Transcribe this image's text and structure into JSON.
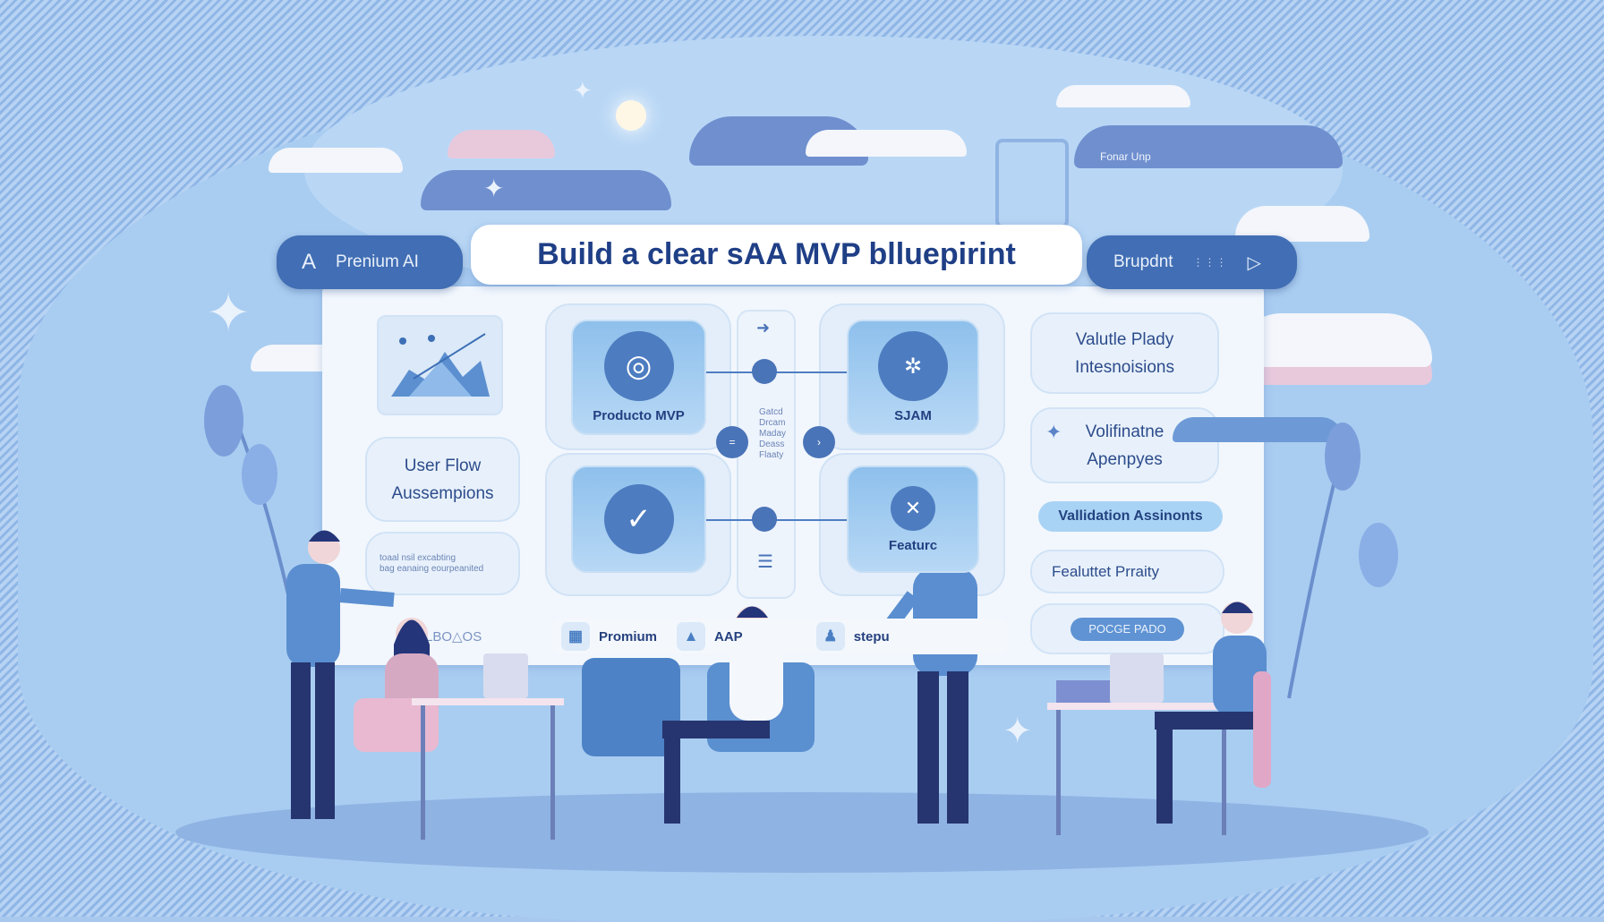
{
  "header": {
    "title": "Build a clear sAA MVP blluepirint",
    "left_pill": {
      "icon_letter": "A",
      "label": "Prenium AI"
    },
    "right_pill": {
      "label": "Brupdnt",
      "icon": "play-icon"
    },
    "floating_label": "Fonar Unp"
  },
  "left_column": {
    "chart_card": {
      "icon": "chart-icon"
    },
    "user_flow": {
      "line1": "User Flow",
      "line2": "Aussempions"
    },
    "note": {
      "line1": "toaal nsil excabting",
      "line2": "bag eanaing eourpeanited"
    },
    "scribble": "LBO△OS"
  },
  "flow": {
    "tiles": [
      {
        "label": "Producto MVP",
        "icon": "target-icon"
      },
      {
        "label": "",
        "icon": "check-icon"
      },
      {
        "label": "SJAM",
        "icon": "figure-icon"
      },
      {
        "label": "Featurc",
        "icon": "x-icon"
      }
    ],
    "middle_text": [
      "Gatcd",
      "Drcam",
      "Maday",
      "Deass",
      "Flaaty"
    ]
  },
  "right_column": {
    "card1": {
      "line1": "Valutle Plady",
      "line2": "Intesnoisions"
    },
    "card2": {
      "line1": "Volifinatne",
      "line2": "Apenpyes"
    },
    "validation_pill": "Vallidation Assinonts",
    "feature_priority": "Fealuttet Prraity",
    "bottom_pill": "POCGE PADO"
  },
  "toolbar": {
    "items": [
      {
        "label": "Promium",
        "icon": "grid-icon"
      },
      {
        "label": "AAP",
        "icon": "bag-icon"
      },
      {
        "label": "stepu",
        "icon": "people-icon"
      }
    ]
  },
  "colors": {
    "accent": "#416eb4",
    "title": "#1f3f86",
    "background": "#a8c8ee"
  }
}
